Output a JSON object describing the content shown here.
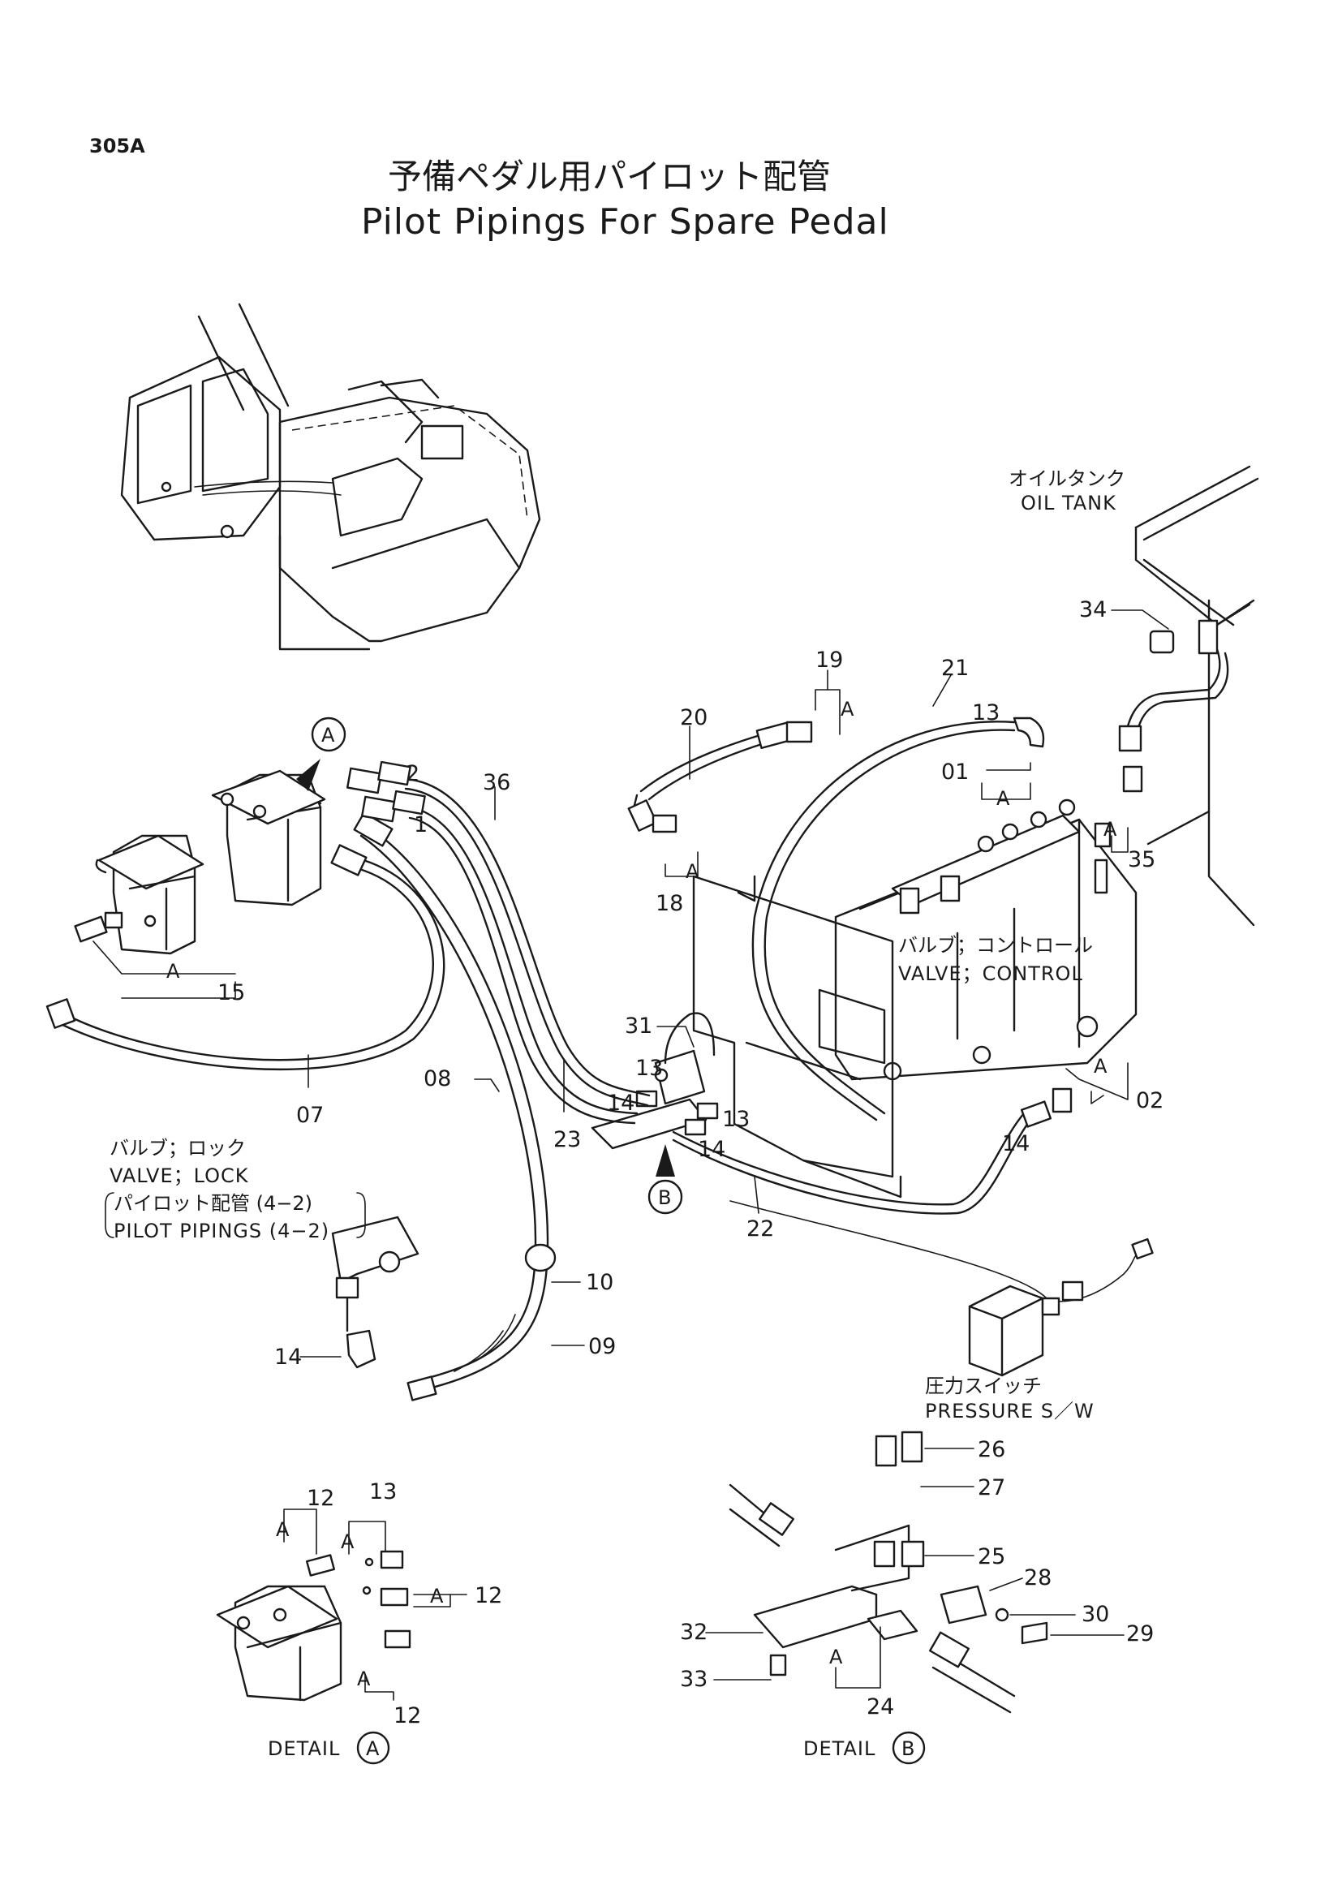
{
  "page_code": "305A",
  "title_jp": "予備ペダル用パイロット配管",
  "title_en": "Pilot Pipings For Spare Pedal",
  "labels": {
    "oil_tank_jp": "オイルタンク",
    "oil_tank_en": "OIL TANK",
    "valve_control_jp": "バルブ；コントロール",
    "valve_control_en": "VALVE；CONTROL",
    "valve_lock_jp": "バルブ；ロック",
    "valve_lock_en": "VALVE；LOCK",
    "pilot_pipings_jp": "パイロット配管 (4−2)",
    "pilot_pipings_en": "PILOT   PIPINGS (4−2)",
    "pressure_sw_jp": "圧力スイッチ",
    "pressure_sw_en": "PRESSURE S／W",
    "detail_word": "DETAIL",
    "detail_a": "A",
    "detail_b": "B",
    "ref_a": "A",
    "ref_b": "B"
  },
  "part_numbers": {
    "p01": "01",
    "p02": "02",
    "p07": "07",
    "p08": "08",
    "p09": "09",
    "p10": "10",
    "p12a": "12",
    "p12b": "12",
    "p12c": "12",
    "p13a": "13",
    "p13b": "13",
    "p13c": "13",
    "p13d": "13",
    "p14a": "14",
    "p14b": "14",
    "p14c": "14",
    "p14d": "14",
    "p15": "15",
    "p18": "18",
    "p19": "19",
    "p20": "20",
    "p21": "21",
    "p22": "22",
    "p23": "23",
    "p24": "24",
    "p25": "25",
    "p26": "26",
    "p27": "27",
    "p28": "28",
    "p29": "29",
    "p30": "30",
    "p31": "31",
    "p32": "32",
    "p33": "33",
    "p34": "34",
    "p35": "35",
    "p36": "36",
    "hose1": "1",
    "hose2": "2"
  },
  "callout_letter": "A"
}
